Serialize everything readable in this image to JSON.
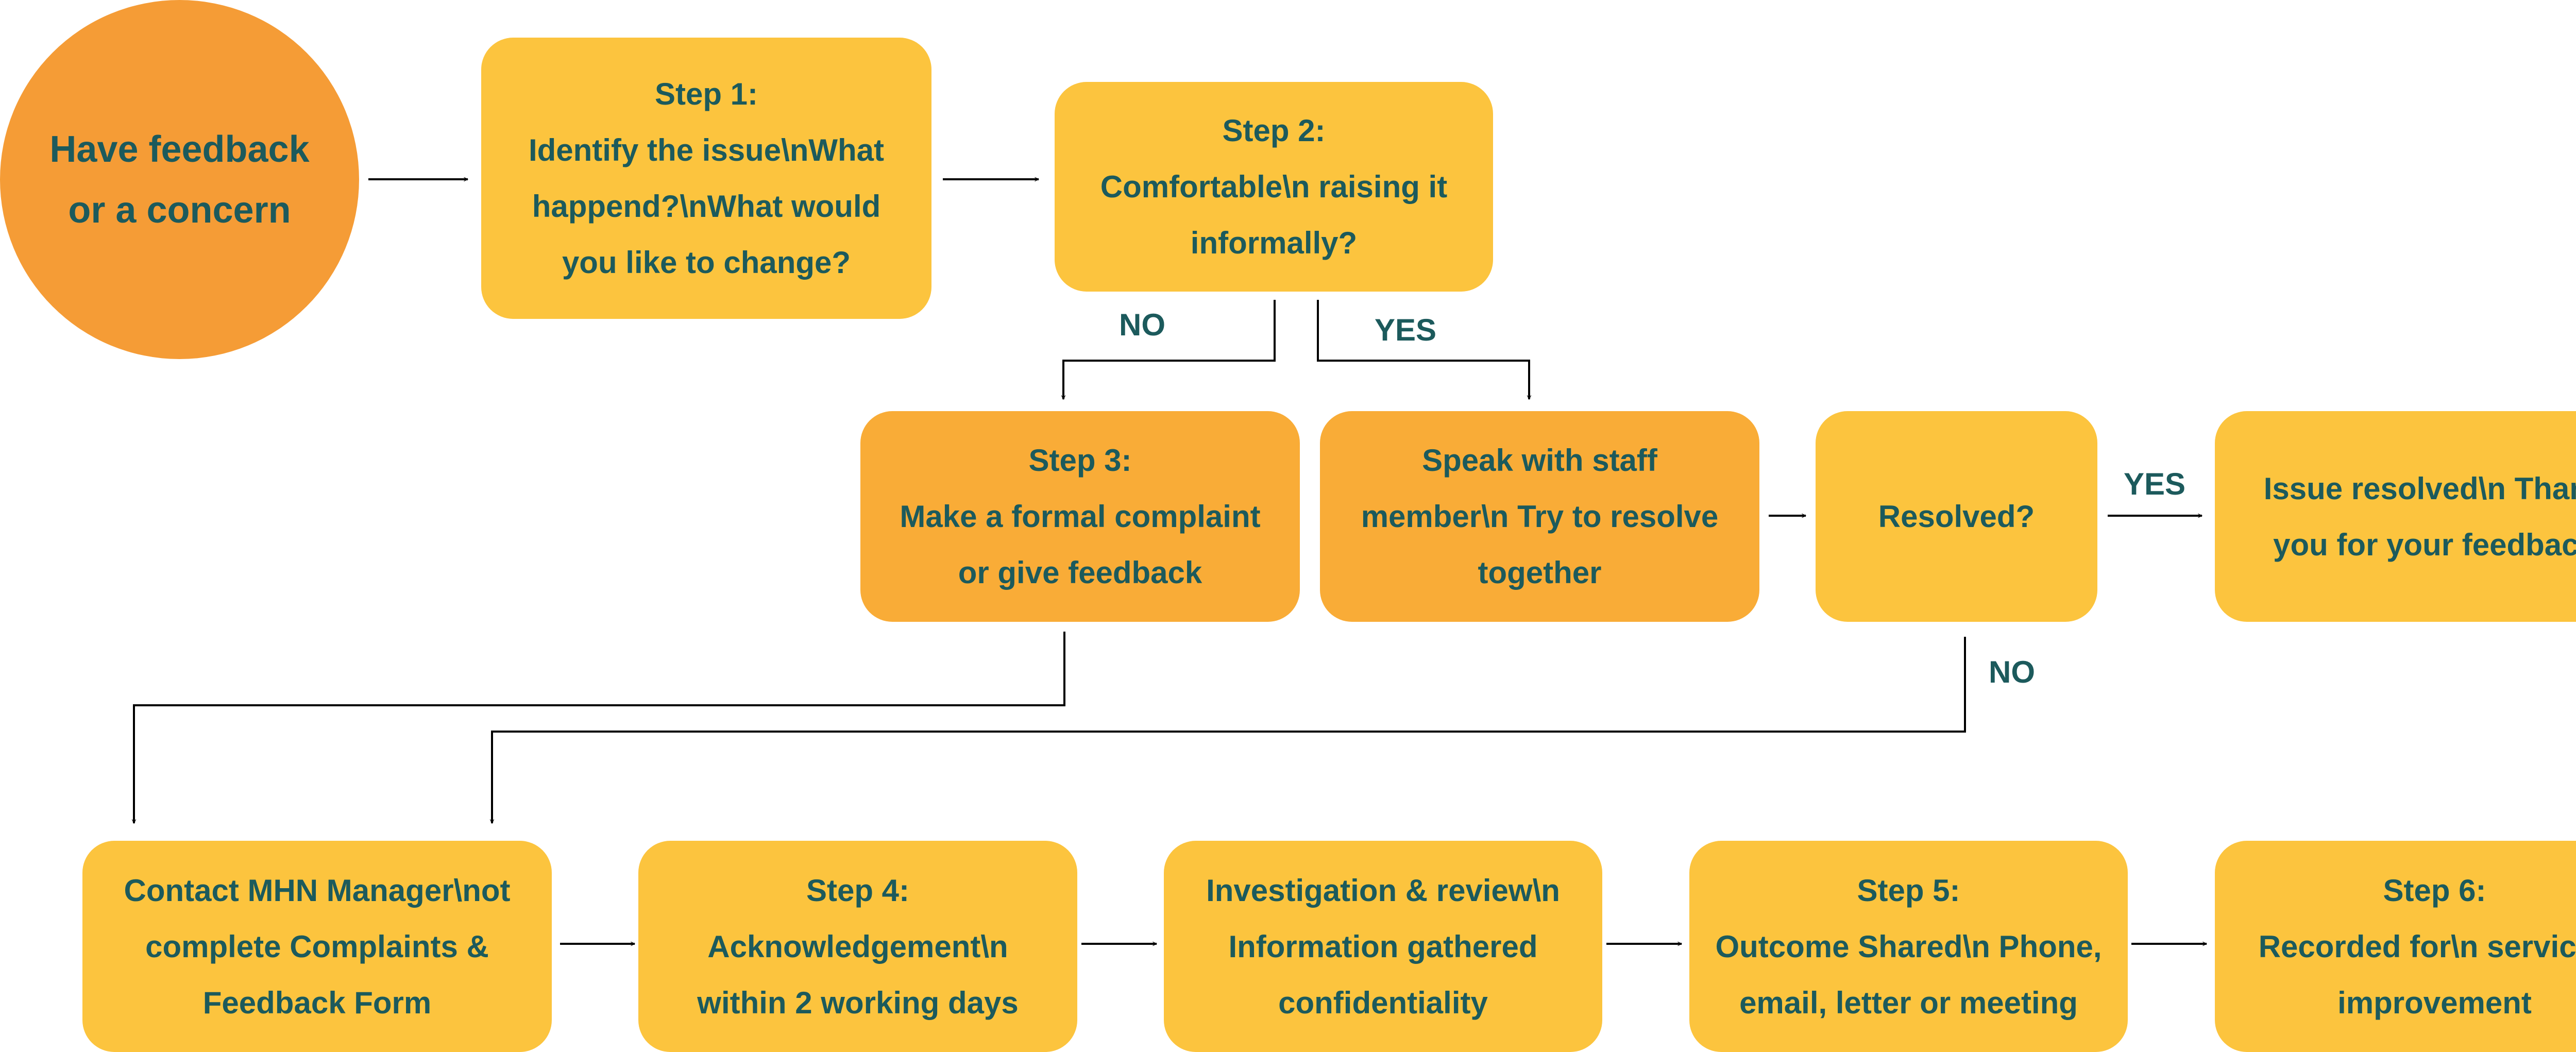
{
  "colors": {
    "start_fill": "#f59c36",
    "box_fill": "#fcc43e",
    "box_fill_alt": "#f9ac37",
    "text": "#1c5a5c",
    "line": "#000000"
  },
  "start": {
    "lines": [
      "Have feedback",
      "or a concern"
    ]
  },
  "step1": {
    "lines": [
      "Step 1:",
      "Identify the issue\\nWhat",
      "happend?\\nWhat would",
      "you like to change?"
    ]
  },
  "step2": {
    "lines": [
      "Step 2:",
      "Comfortable\\n raising it",
      "informally?"
    ]
  },
  "step3": {
    "lines": [
      "Step 3:",
      "Make a formal complaint",
      "or give feedback"
    ]
  },
  "speak": {
    "lines": [
      "Speak with staff",
      "member\\n Try to resolve",
      "together"
    ]
  },
  "resolved": {
    "lines": [
      "Resolved?"
    ]
  },
  "issue_resolved": {
    "lines": [
      "Issue resolved\\n Thank",
      "you for your feedback"
    ]
  },
  "contact": {
    "lines": [
      "Contact MHN Manager\\not",
      "complete Complaints &",
      "Feedback Form"
    ]
  },
  "step4": {
    "lines": [
      "Step 4:",
      "Acknowledgement\\n",
      "within 2 working days"
    ]
  },
  "investigation": {
    "lines": [
      "Investigation & review\\n",
      "Information gathered",
      "confidentiality"
    ]
  },
  "step5": {
    "lines": [
      "Step 5:",
      "Outcome Shared\\n Phone,",
      "email, letter or meeting"
    ]
  },
  "step6": {
    "lines": [
      "Step 6:",
      "Recorded for\\n services",
      "improvement"
    ]
  },
  "labels": {
    "no_step2": "NO",
    "yes_step2": "YES",
    "yes_resolved": "YES",
    "no_resolved": "NO"
  }
}
